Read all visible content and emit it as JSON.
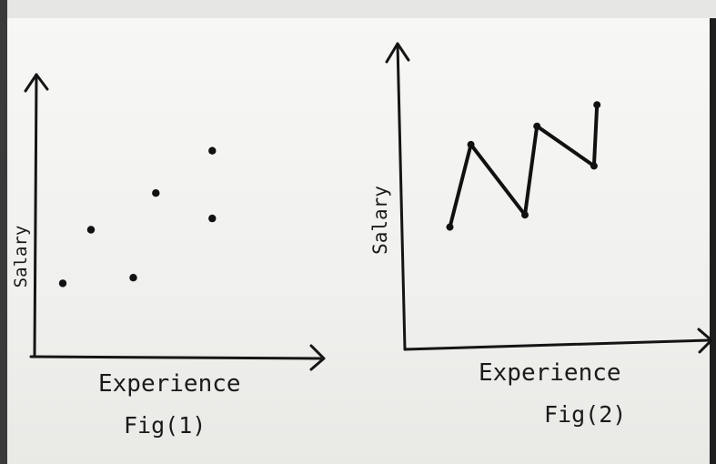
{
  "chart_data": [
    {
      "type": "scatter",
      "caption": "Fig(1)",
      "xlabel": "Experience",
      "ylabel": "Salary",
      "points": [
        {
          "x": 1.0,
          "y": 2.6
        },
        {
          "x": 2.0,
          "y": 4.5
        },
        {
          "x": 3.5,
          "y": 2.8
        },
        {
          "x": 4.3,
          "y": 5.8
        },
        {
          "x": 6.3,
          "y": 4.9
        },
        {
          "x": 6.3,
          "y": 7.3
        }
      ],
      "xlim": [
        0,
        10
      ],
      "ylim": [
        0,
        10
      ],
      "grid": false,
      "color": "#111111"
    },
    {
      "type": "line",
      "caption": "Fig(2)",
      "xlabel": "Experience",
      "ylabel": "Salary",
      "points": [
        {
          "x": 1.5,
          "y": 4.0
        },
        {
          "x": 2.2,
          "y": 6.7
        },
        {
          "x": 4.0,
          "y": 4.4
        },
        {
          "x": 4.4,
          "y": 7.3
        },
        {
          "x": 6.3,
          "y": 6.0
        },
        {
          "x": 6.4,
          "y": 8.0
        }
      ],
      "xlim": [
        0,
        10
      ],
      "ylim": [
        0,
        10
      ],
      "grid": false,
      "color": "#111111"
    }
  ]
}
